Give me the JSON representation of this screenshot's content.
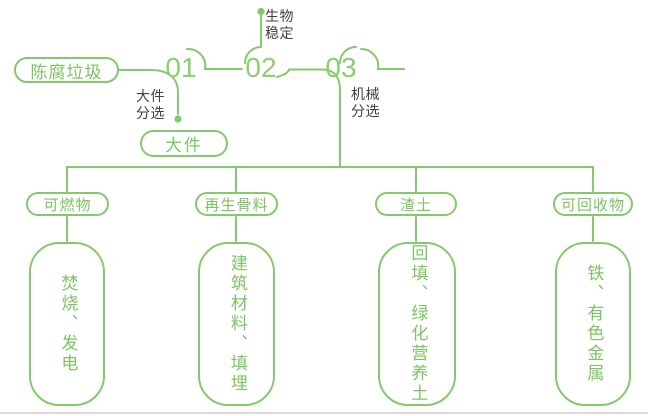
{
  "palette": {
    "green": "#84c96d",
    "text_green": "#7cc463",
    "dark": "#404040",
    "divider": "#d9dadb"
  },
  "flow": {
    "source": "陈腐垃圾",
    "steps": [
      {
        "number": "01",
        "process": "大件分选",
        "output": "大件"
      },
      {
        "number": "02",
        "process": "生物稳定"
      },
      {
        "number": "03",
        "process": "机械分选"
      }
    ]
  },
  "branches": [
    {
      "category": "可燃物",
      "result": "焚烧、发电"
    },
    {
      "category": "再生骨料",
      "result": "建筑材料、填埋"
    },
    {
      "category": "渣土",
      "result": "回填、绿化营养土"
    },
    {
      "category": "可回收物",
      "result": "铁、有色金属"
    }
  ]
}
